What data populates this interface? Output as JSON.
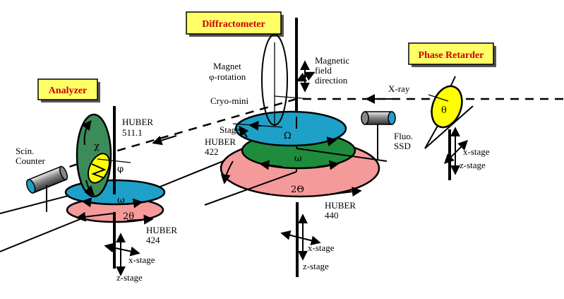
{
  "sections": {
    "analyzer": {
      "title": "Analyzer",
      "huber_top": [
        "HUBER",
        "511.1"
      ],
      "huber_bottom": [
        "HUBER",
        "424"
      ],
      "detector": [
        "Scin.",
        "Counter"
      ],
      "chi": "χ",
      "phi": "φ",
      "omega": "ω",
      "two_theta": "2θ",
      "x_stage": "x-stage",
      "z_stage": "z-stage"
    },
    "diffractometer": {
      "title": "Diffractometer",
      "magnet": [
        "Magnet",
        "φ-rotation"
      ],
      "field": [
        "Magnetic",
        "field",
        "direction"
      ],
      "cryo": "Cryo-mini",
      "stage": "Stage",
      "huber_mid": [
        "HUBER",
        "422"
      ],
      "huber_bottom": [
        "HUBER",
        "440"
      ],
      "big_omega": "Ω",
      "omega": "ω",
      "two_theta": "2Θ",
      "detector": [
        "Fluo.",
        "SSD"
      ],
      "x_stage": "x-stage",
      "z_stage": "z-stage"
    },
    "phase_retarder": {
      "title": "Phase Retarder",
      "beam": "X-ray",
      "theta": "θ",
      "x_stage": "x-stage",
      "z_stage": "z-stage"
    }
  },
  "colors": {
    "title_box": "#ffff66",
    "title_text": "#cc0000",
    "blue_disk": "#1ea0c8",
    "green_disk": "#1e8c3c",
    "pink_disk": "#f59a9a",
    "yellow_crystal": "#ffff00",
    "chi_circle": "#3c8c5a"
  }
}
